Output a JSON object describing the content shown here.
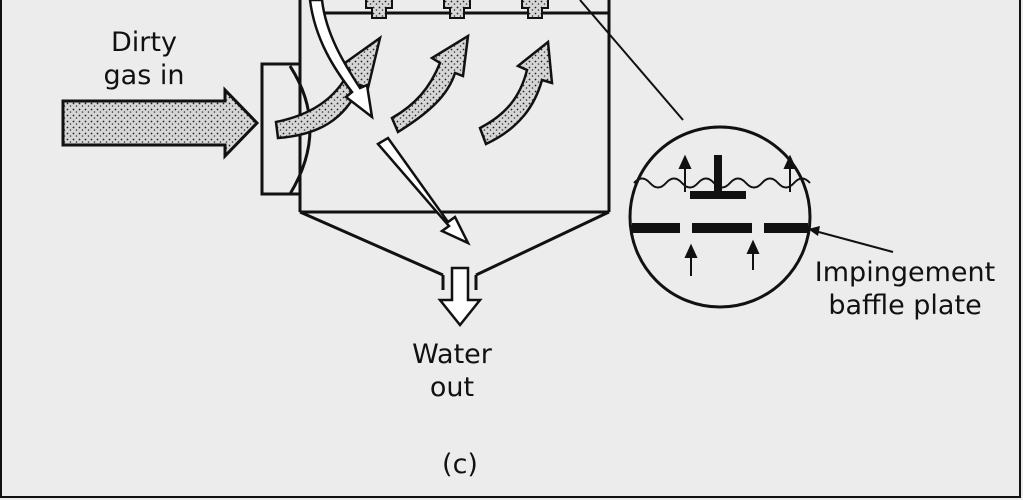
{
  "labels": {
    "gas_in": [
      "Dirty",
      "gas in"
    ],
    "water_out": [
      "Water",
      "out"
    ],
    "baffle": [
      "Impingement",
      "baffle plate"
    ],
    "caption": "(c)"
  },
  "colors": {
    "background": "#ececec",
    "ink": "#111111",
    "stipple_fill": "#b9b9b9"
  }
}
